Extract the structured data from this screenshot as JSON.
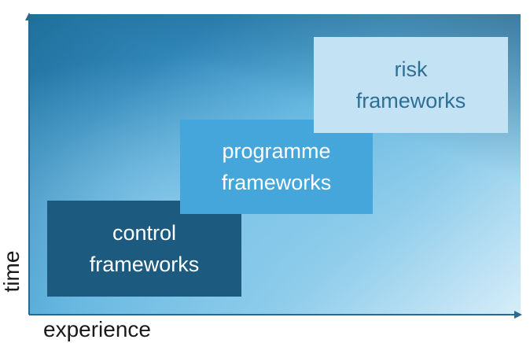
{
  "diagram": {
    "boxes": [
      {
        "label": "control frameworks",
        "line1": "control",
        "line2": "frameworks",
        "fill": "#1c5a80",
        "text_color": "#ffffff"
      },
      {
        "label": "programme frameworks",
        "line1": "programme",
        "line2": "frameworks",
        "fill": "#45a6dc",
        "text_color": "#ffffff"
      },
      {
        "label": "risk frameworks",
        "line1": "risk",
        "line2": "frameworks",
        "fill": "#c3e3f5",
        "text_color": "#2e6f96"
      }
    ],
    "x_axis_label": "experience",
    "y_axis_label": "time",
    "axis_color": "#2a6a90",
    "background_gradient": [
      "#1f6f9a",
      "#5fb3de",
      "#d6edf9"
    ]
  }
}
